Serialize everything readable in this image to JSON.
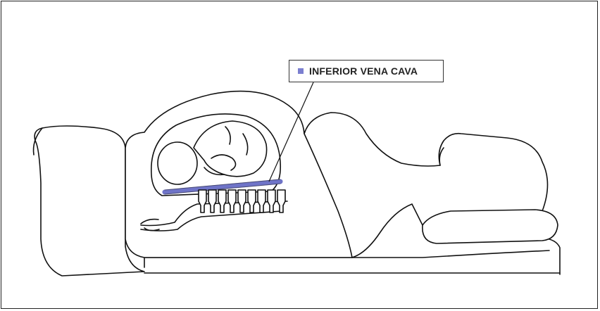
{
  "legend": {
    "label": "INFERIOR VENA CAVA",
    "swatch_color": "#7b7fd0"
  },
  "vessel_color": "#6f74c8",
  "icons": {
    "pregnant-woman-figure": "supine pregnant woman line drawing",
    "fetus": "curled fetus inside uterus",
    "spine": "vertebral column"
  }
}
